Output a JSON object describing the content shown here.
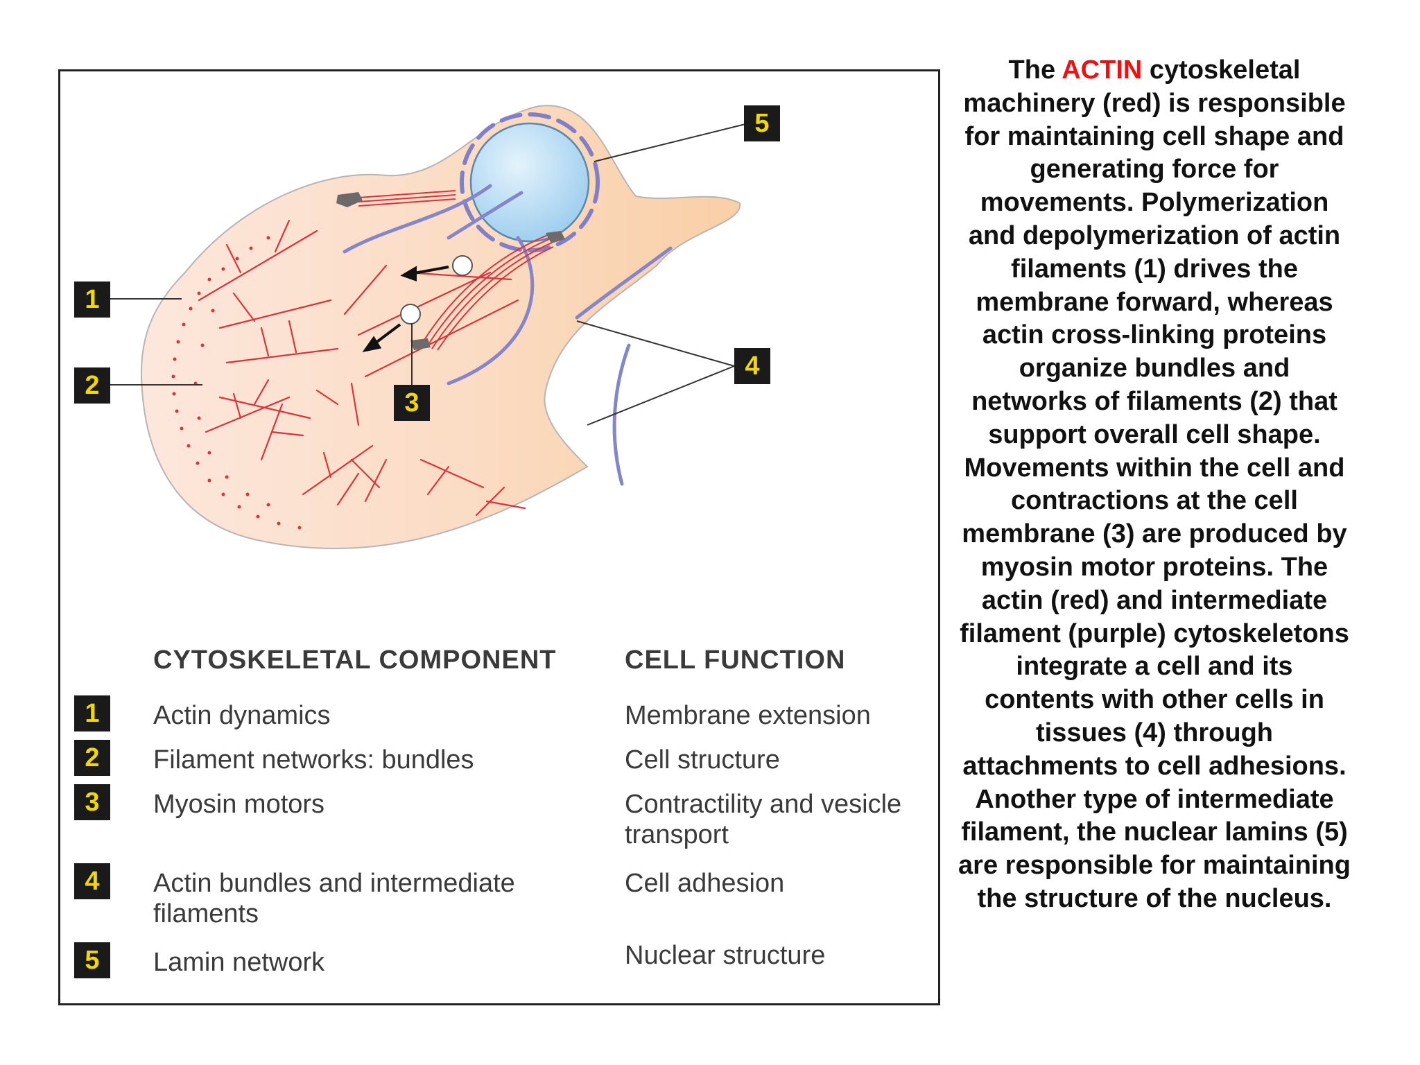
{
  "diagram": {
    "callouts": [
      "1",
      "2",
      "3",
      "4",
      "5"
    ]
  },
  "table": {
    "header_component": "CYTOSKELETAL  COMPONENT",
    "header_function": "CELL  FUNCTION",
    "rows": [
      {
        "num": "1",
        "component": "Actin dynamics",
        "function": "Membrane extension"
      },
      {
        "num": "2",
        "component": "Filament networks: bundles",
        "function": "Cell structure"
      },
      {
        "num": "3",
        "component": "Myosin motors",
        "function": "Contractility and vesicle transport"
      },
      {
        "num": "4",
        "component": "Actin bundles and intermediate filaments",
        "function": "Cell adhesion"
      },
      {
        "num": "5",
        "component": "Lamin network",
        "function": "Nuclear structure"
      }
    ]
  },
  "caption": {
    "lead": "The ",
    "accent_word": "ACTIN",
    "body": " cytoskeletal machinery (red) is responsible for maintaining cell shape and generating force for movements. Polymerization and depolymerization of actin filaments (1) drives the membrane forward, whereas actin cross-linking proteins organize bundles and networks of filaments (2) that support overall cell shape. Movements within the cell and contractions at the cell membrane (3) are produced by myosin motor proteins. The actin (red) and intermediate filament (purple) cytoskeletons integrate a cell and its contents with other cells in tissues (4) through attachments to cell adhesions. Another type of intermediate filament, the nuclear lamins (5) are responsible for maintaining the structure of the nucleus."
  },
  "colors": {
    "actin_red": "#e0303a",
    "intermediate_purple": "#7f7fc8",
    "cell_fill": "#fbdcc2",
    "nucleus_fill": "#b6dcf6",
    "label_bg": "#1a1a1a",
    "label_text": "#f2d800",
    "accent": "#ee1111"
  }
}
